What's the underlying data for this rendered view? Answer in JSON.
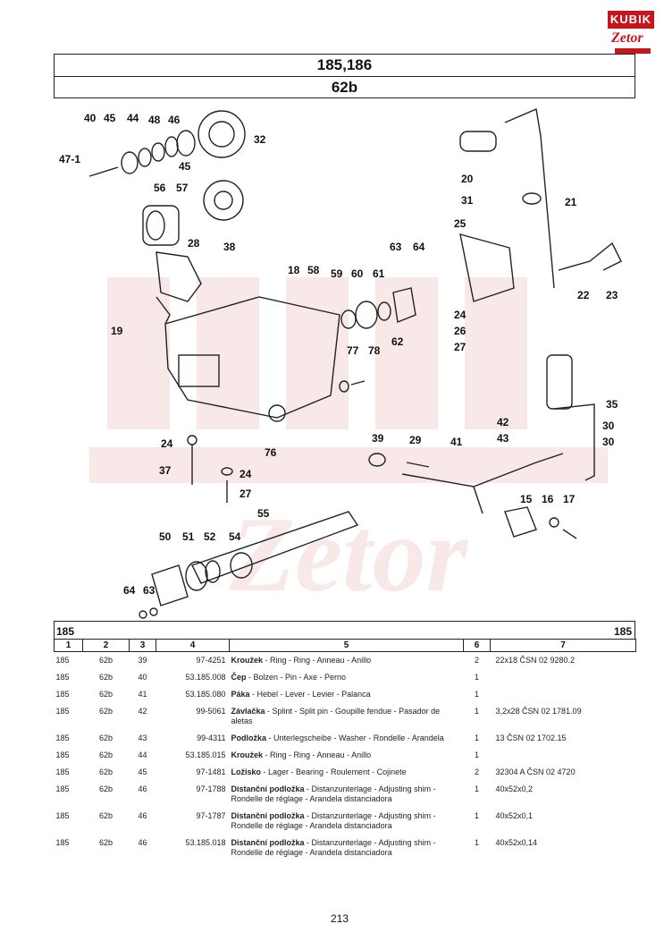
{
  "brand": {
    "logo_top": "KUBIK",
    "logo_bottom": "Zetor"
  },
  "header": {
    "group": "185,186",
    "page_code": "62b"
  },
  "diagram": {
    "callouts": [
      "40",
      "45",
      "44",
      "48",
      "46",
      "32",
      "47-1",
      "45",
      "56",
      "57",
      "28",
      "38",
      "18",
      "58",
      "59",
      "60",
      "61",
      "63",
      "64",
      "19",
      "62",
      "77",
      "78",
      "76",
      "20",
      "31",
      "21",
      "25",
      "22",
      "23",
      "24",
      "26",
      "27",
      "35",
      "42",
      "30",
      "43",
      "30",
      "24",
      "37",
      "24",
      "27",
      "39",
      "29",
      "41",
      "55",
      "15",
      "16",
      "17",
      "50",
      "51",
      "52",
      "54",
      "64",
      "63"
    ]
  },
  "table": {
    "section_left": "185",
    "section_right": "185",
    "columns": [
      "1",
      "2",
      "3",
      "4",
      "5",
      "6",
      "7"
    ],
    "rows": [
      {
        "c1": "185",
        "c2": "62b",
        "c3": "39",
        "c4": "97-4251",
        "cz": "Kroužek",
        "rest": " - Ring - Ring - Anneau - Anillo",
        "qty": "2",
        "note": "22x18 ČSN 02 9280.2"
      },
      {
        "c1": "185",
        "c2": "62b",
        "c3": "40",
        "c4": "53.185.008",
        "cz": "Čep",
        "rest": " - Bolzen - Pin - Axe - Perno",
        "qty": "1",
        "note": ""
      },
      {
        "c1": "185",
        "c2": "62b",
        "c3": "41",
        "c4": "53.185.080",
        "cz": "Páka",
        "rest": " - Hebel - Lever - Levier - Palanca",
        "qty": "1",
        "note": ""
      },
      {
        "c1": "185",
        "c2": "62b",
        "c3": "42",
        "c4": "99-5061",
        "cz": "Závlačka",
        "rest": " - Splint - Split pin - Goupille fendue - Pasador de aletas",
        "qty": "1",
        "note": "3,2x28 ČSN 02 1781.09"
      },
      {
        "c1": "185",
        "c2": "62b",
        "c3": "43",
        "c4": "99-4311",
        "cz": "Podložka",
        "rest": " - Unterlegscheibe - Washer - Rondelle - Arandela",
        "qty": "1",
        "note": "13 ČSN 02 1702.15"
      },
      {
        "c1": "185",
        "c2": "62b",
        "c3": "44",
        "c4": "53.185.015",
        "cz": "Kroužek",
        "rest": " - Ring - Ring - Anneau - Anillo",
        "qty": "1",
        "note": ""
      },
      {
        "c1": "185",
        "c2": "62b",
        "c3": "45",
        "c4": "97-1481",
        "cz": "Ložisko",
        "rest": " - Lager - Bearing - Roulement - Cojinete",
        "qty": "2",
        "note": "32304 A ČSN 02 4720"
      },
      {
        "c1": "185",
        "c2": "62b",
        "c3": "46",
        "c4": "97-1788",
        "cz": "Distanční podložka",
        "rest": " - Distanzunterlage - Adjusting shim - Rondelle de réglage - Arandela distanciadora",
        "qty": "1",
        "note": "40x52x0,2"
      },
      {
        "c1": "185",
        "c2": "62b",
        "c3": "46",
        "c4": "97-1787",
        "cz": "Distanční podložka",
        "rest": " - Distanzunterlage - Adjusting shim - Rondelle de réglage - Arandela distanciadora",
        "qty": "1",
        "note": "40x52x0,1"
      },
      {
        "c1": "185",
        "c2": "62b",
        "c3": "46",
        "c4": "53.185.018",
        "cz": "Distanční podložka",
        "rest": " - Distanzunterlage - Adjusting shim - Rondelle de réglage - Arandela distanciadora",
        "qty": "1",
        "note": "40x52x0,14"
      }
    ]
  },
  "footer": {
    "page_number": "213"
  }
}
